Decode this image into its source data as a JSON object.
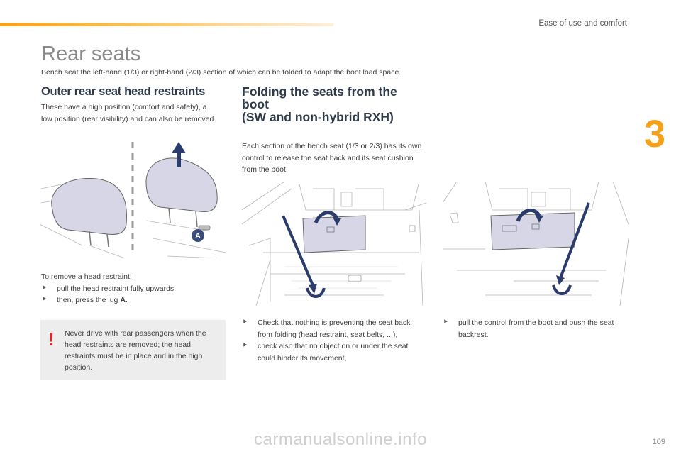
{
  "header": {
    "section_name": "Ease of use and comfort",
    "chapter_number": "3",
    "accent_color": "#f5a21a"
  },
  "page": {
    "title": "Rear seats",
    "intro": "Bench seat the left-hand (1/3) or right-hand (2/3) section of which can be folded to adapt the boot load space.",
    "page_number": "109",
    "watermark": "carmanualsonline.info"
  },
  "outer": {
    "heading": "Outer rear seat head restraints",
    "description": "These have a high position (comfort and safety), a low position (rear visibility) and can also be removed.",
    "figure_label": "A",
    "remove_intro": "To remove a head restraint:",
    "bullet_marker": "⯈",
    "steps": [
      "pull the head restraint fully upwards,",
      "then, press the lug "
    ],
    "lug_label": "A",
    "step_end": ".",
    "warning_icon": "!",
    "warning_text": "Never drive with rear passengers when the head restraints are removed; the head restraints must be in place and in the high position.",
    "warning_color": "#e0262c"
  },
  "folding": {
    "heading_line1": "Folding the seats from the",
    "heading_line2": "boot",
    "heading_line3": "(SW and non-hybrid RXH)",
    "description": "Each section of the bench seat (1/3 or 2/3) has its own control to release the seat back and its seat cushion from the boot.",
    "steps_left": [
      "Check that nothing is preventing the seat back from folding (head restraint, seat belts, ...),",
      "check also that no object on or under the seat could hinder its movement,"
    ],
    "steps_right": [
      "pull the control from the boot and push the seat backrest."
    ]
  }
}
